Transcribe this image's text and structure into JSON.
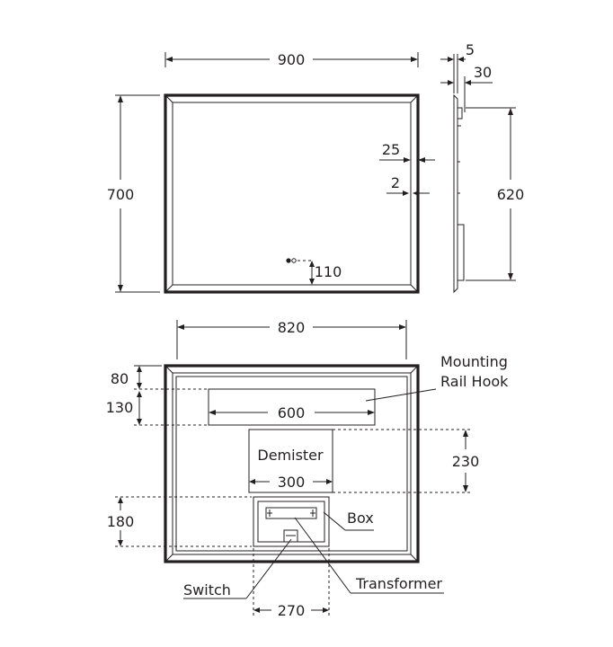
{
  "front_view": {
    "width": "900",
    "height": "700",
    "frame": "25",
    "inner_gap": "2",
    "sensor_offset": "110"
  },
  "side_view": {
    "thickness_a": "5",
    "thickness_b": "30",
    "hook_span": "620"
  },
  "rear_view": {
    "width": "820",
    "top_gap": "80",
    "rail_height": "130",
    "rail_width": "600",
    "demister_height": "230",
    "demister_width": "300",
    "box_offset": "180",
    "box_width": "270",
    "labels": {
      "mounting_line1": "Mounting",
      "mounting_line2": "Rail Hook",
      "demister": "Demister",
      "box": "Box",
      "switch": "Switch",
      "transformer": "Transformer"
    }
  }
}
